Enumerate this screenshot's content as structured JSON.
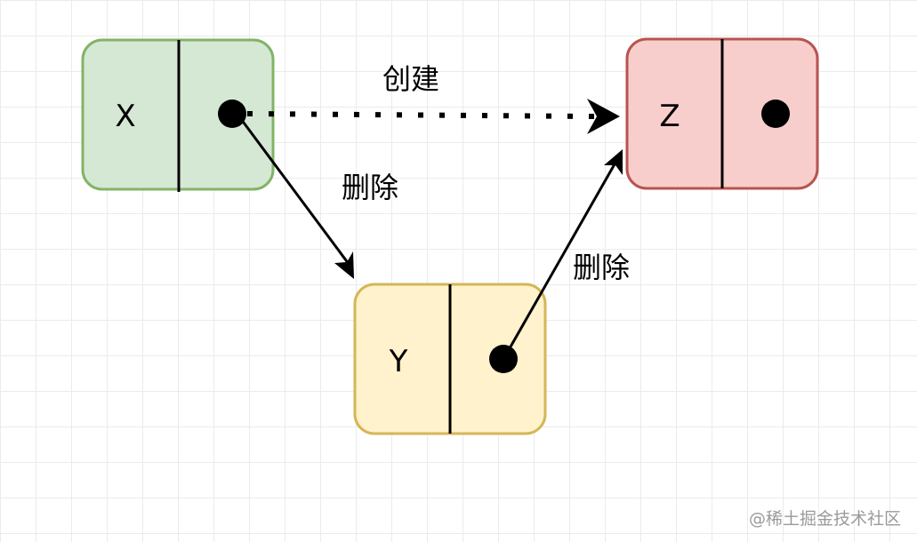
{
  "colors": {
    "x_fill": "#d5e8d4",
    "x_stroke": "#82b366",
    "y_fill": "#fff2cc",
    "y_stroke": "#d6b656",
    "z_fill": "#f8cecc",
    "z_stroke": "#b85450",
    "line": "#000000"
  },
  "nodes": {
    "x": {
      "label": "X"
    },
    "y": {
      "label": "Y"
    },
    "z": {
      "label": "Z"
    }
  },
  "edges": {
    "x_to_z": {
      "label": "创建",
      "style": "dotted"
    },
    "x_to_y": {
      "label": "删除",
      "style": "solid"
    },
    "y_to_z": {
      "label": "删除",
      "style": "solid"
    }
  },
  "watermark": "@稀土掘金技术社区"
}
